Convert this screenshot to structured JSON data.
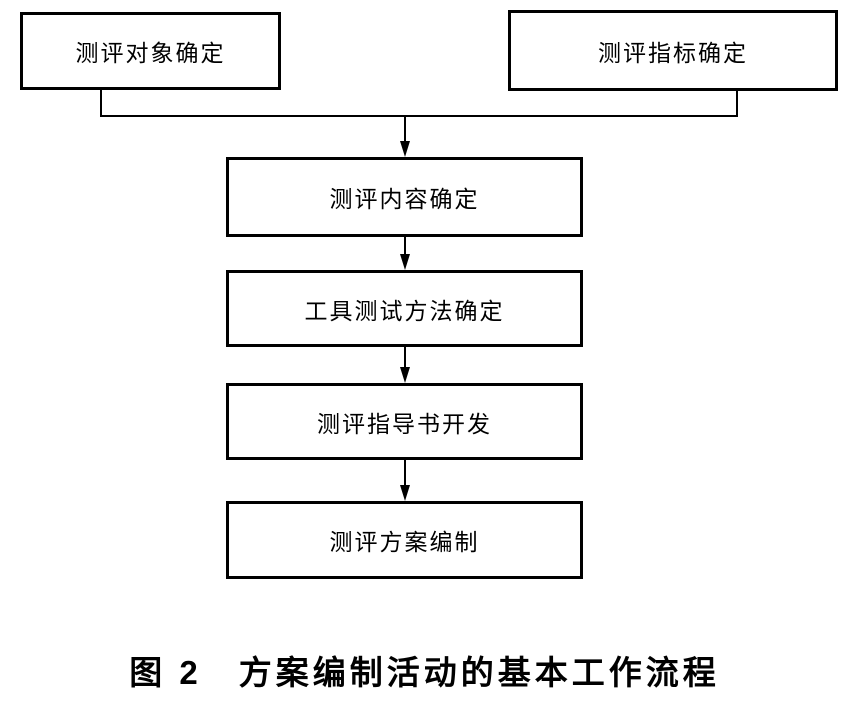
{
  "diagram": {
    "caption": "图 2　方案编制活动的基本工作流程",
    "nodes": [
      {
        "id": "eval-object-determination",
        "label": "测评对象确定"
      },
      {
        "id": "eval-indicator-determination",
        "label": "测评指标确定"
      },
      {
        "id": "eval-content-determination",
        "label": "测评内容确定"
      },
      {
        "id": "tool-test-method-determination",
        "label": "工具测试方法确定"
      },
      {
        "id": "eval-guide-development",
        "label": "测评指导书开发"
      },
      {
        "id": "eval-plan-compilation",
        "label": "测评方案编制"
      }
    ],
    "edges": [
      {
        "from": "eval-object-determination",
        "to": "eval-content-determination"
      },
      {
        "from": "eval-indicator-determination",
        "to": "eval-content-determination"
      },
      {
        "from": "eval-content-determination",
        "to": "tool-test-method-determination"
      },
      {
        "from": "tool-test-method-determination",
        "to": "eval-guide-development"
      },
      {
        "from": "eval-guide-development",
        "to": "eval-plan-compilation"
      }
    ]
  },
  "colors": {
    "line": "#000000",
    "background": "#ffffff",
    "text": "#000000"
  }
}
